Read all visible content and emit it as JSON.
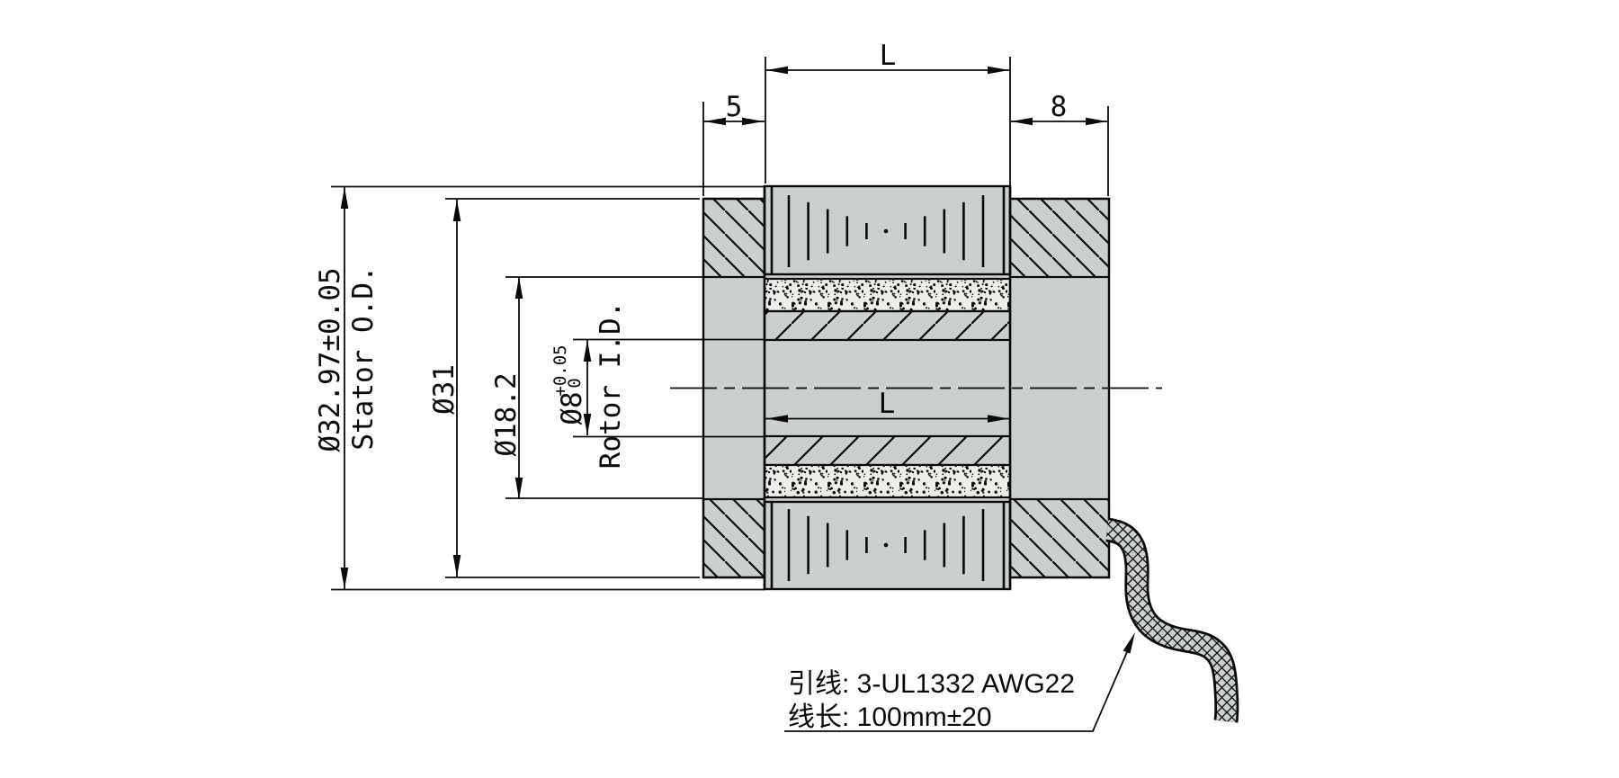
{
  "drawing": {
    "type": "motor-stator-rotor-cross-section",
    "dimensions": {
      "coil_length_top": "L",
      "left_overhang": "5",
      "right_overhang": "8",
      "stator_od_value": "Ø32.97±0.05",
      "stator_od_label": "Stator O.D.",
      "stator_lamination_od": "Ø31",
      "rotor_od": "Ø18.2",
      "rotor_bore_value": "Ø8",
      "rotor_bore_tol_upper": "+0.05",
      "rotor_bore_tol_lower": "0",
      "rotor_bore_label": "Rotor I.D.",
      "stack_length_mid": "L"
    },
    "note": {
      "line1": "引线: 3-UL1332 AWG22",
      "line2": "线长: 100mm±20"
    },
    "colors": {
      "body_fill": "#cbcfd0",
      "speckle_bg": "#edeeea",
      "line_color": "#0a0a0a",
      "background": "#ffffff"
    }
  }
}
